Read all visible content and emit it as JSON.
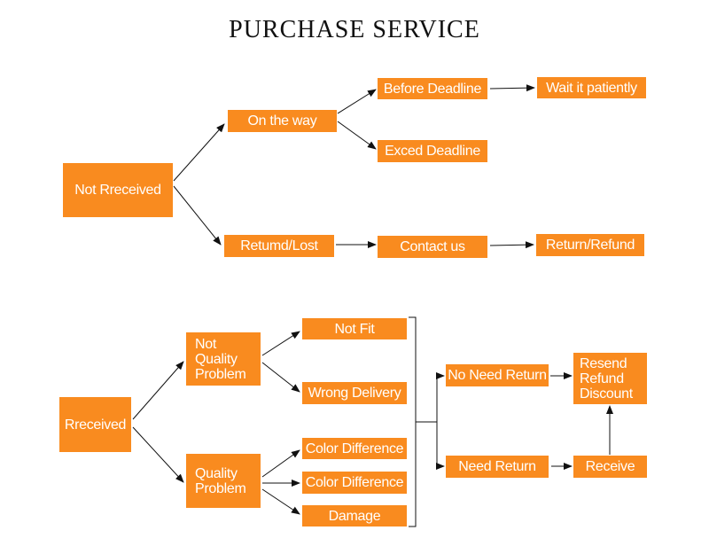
{
  "title": "PURCHASE  SERVICE",
  "top_flow": {
    "not_received": "Not Rreceived",
    "on_the_way": "On the way",
    "before_deadline": "Before Deadline",
    "wait_patiently": "Wait it patiently",
    "exceed_deadline": "Exced Deadline",
    "returned_lost": "Retumd/Lost",
    "contact_us": "Contact us",
    "return_refund": "Return/Refund"
  },
  "bottom_flow": {
    "received": "Rreceived",
    "not_quality_problem": "Not\nQuality\nProblem",
    "quality_problem": "Quality\nProblem",
    "not_fit": "Not Fit",
    "wrong_delivery": "Wrong Delivery",
    "color_difference_1": "Color Difference",
    "color_difference_2": "Color Difference",
    "damage": "Damage",
    "no_need_return": "No Need Return",
    "need_return": "Need Return",
    "resend_refund_discount": "Resend\nRefund\nDiscount",
    "receive": "Receive"
  },
  "colors": {
    "box": "#f98b1f",
    "text": "#ffffff",
    "line": "#111111"
  }
}
